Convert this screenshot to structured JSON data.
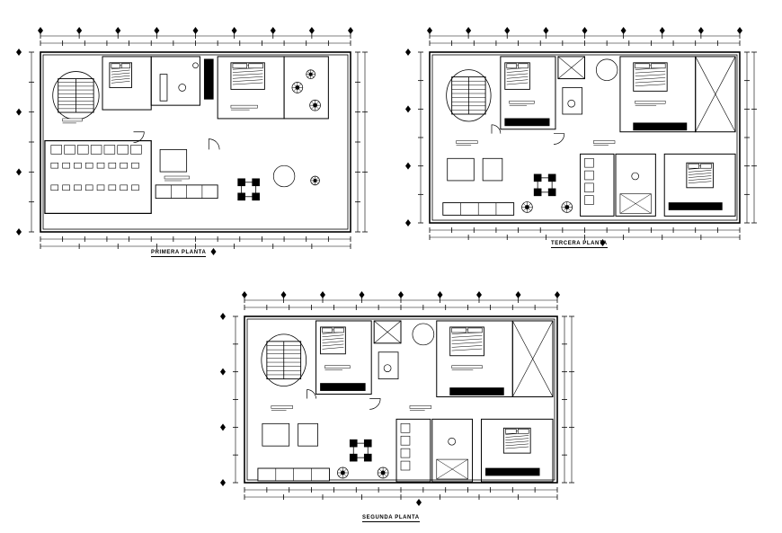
{
  "plans": [
    {
      "id": "primera",
      "caption": "PRIMERA PLANTA",
      "variant": "ground"
    },
    {
      "id": "tercera",
      "caption": "TERCERA PLANTA",
      "variant": "upper"
    },
    {
      "id": "segunda",
      "caption": "SEGUNDA PLANTA",
      "variant": "upper"
    }
  ],
  "colors": {
    "line": "#000000",
    "paper": "#ffffff",
    "hatch": "#222222"
  }
}
